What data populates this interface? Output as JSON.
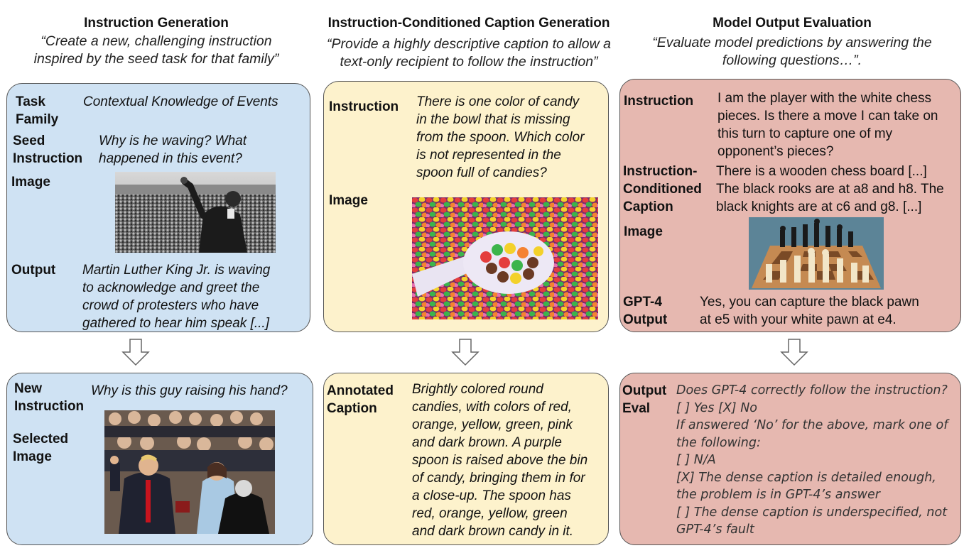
{
  "columns": [
    {
      "title": "Instruction Generation",
      "subtitle": "“Create a new, challenging instruction\ninspired by the seed task for that family”",
      "top": {
        "task_family_label": "Task\nFamily",
        "task_family_value": "Contextual Knowledge of Events",
        "seed_label": "Seed\nInstruction",
        "seed_value": "Why is he waving? What\nhappened in this event?",
        "image_label": "Image",
        "output_label": "Output",
        "output_value": "Martin Luther King Jr. is waving\nto acknowledge and greet the\ncrowd of protesters who have\ngathered to hear him speak [...]"
      },
      "bottom": {
        "new_label": "New\nInstruction",
        "new_value": "Why is this guy raising his hand?",
        "selected_label": "Selected\nImage"
      }
    },
    {
      "title": "Instruction-Conditioned Caption Generation",
      "subtitle": "“Provide a highly descriptive caption to allow a\ntext-only recipient to follow the instruction”",
      "top": {
        "instruction_label": "Instruction",
        "instruction_value": "There is one color of candy\nin the bowl that is missing\nfrom the spoon. Which color\nis not represented in the\nspoon full of candies?",
        "image_label": "Image"
      },
      "bottom": {
        "annotated_label": "Annotated\nCaption",
        "annotated_value": "Brightly colored round\ncandies, with colors of red,\norange, yellow, green, pink\nand dark brown. A purple\nspoon is raised above the bin\nof candy, bringing them in for\na close-up. The spoon has\nred, orange, yellow, green\nand dark brown candy in it."
      }
    },
    {
      "title": "Model Output Evaluation",
      "subtitle": "“Evaluate model predictions by answering the\nfollowing questions…”.",
      "top": {
        "instruction_label": "Instruction",
        "instruction_value": "I am the player with the white chess\npieces. Is there a move I can take on\nthis turn to capture one of my\nopponent’s pieces?",
        "icc_label": "Instruction-\nConditioned\nCaption",
        "icc_value": "There is a wooden chess board [...]\nThe black rooks are at a8 and h8. The\nblack knights are at c6 and g8. [...]",
        "image_label": "Image",
        "gpt_label": "GPT-4\nOutput",
        "gpt_value": "Yes, you can capture the black pawn\nat e5 with your white pawn at e4."
      },
      "bottom": {
        "eval_label": "Output\nEval",
        "eval_value": "Does GPT-4 correctly follow the instruction?\n[   ] Yes [X] No\nIf answered ‘No’ for the above, mark one of\nthe following:\n[   ] N/A\n[X] The dense caption is detailed enough,\nthe problem is in GPT-4’s answer\n[   ] The dense caption is underspecified, not\nGPT-4’s fault"
      }
    }
  ],
  "colors": {
    "blue_box": "#cfe2f3",
    "yellow_box": "#fdf2cc",
    "red_box": "#e6b8b0",
    "border": "#555555"
  }
}
